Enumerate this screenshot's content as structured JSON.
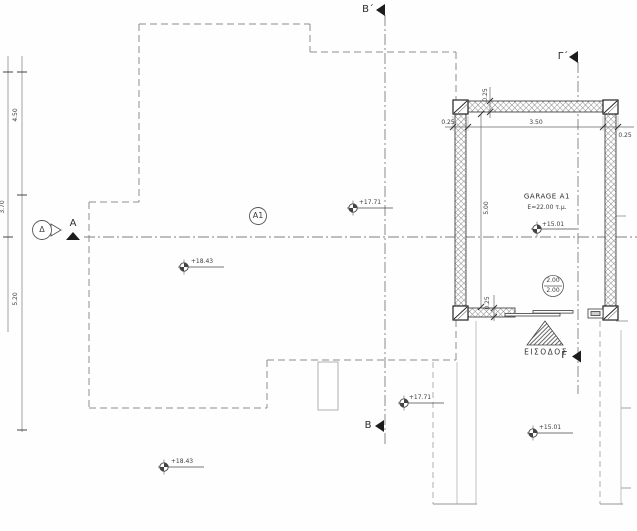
{
  "plan": {
    "sections": {
      "b_top": "B´",
      "g_top": "Γ´",
      "b_bottom": "B",
      "g_bottom": "Γ",
      "a_left": "A",
      "a_circle": "Δ",
      "a1_bubble": "A1"
    },
    "garage": {
      "title": "GARAGE A1",
      "area": "E=22.00 τ.μ.",
      "level": "+15.01",
      "door_width": "2.00",
      "door_height": "2.00"
    },
    "entrance_label": "ΕΙΣΟΔΟΣ",
    "levels": {
      "mid_upper": "+17.71",
      "left_upper": "+18.43",
      "mid_lower": "+17.71",
      "left_lower": "+18.43",
      "right_lower": "+15.01"
    },
    "dims": {
      "left_outer": "3.70",
      "left_upper": "4.50",
      "left_lower": "5.20",
      "garage_width": "3.50",
      "garage_depth": "5.00",
      "wall_left": "0.25",
      "wall_right": "0.25",
      "wall_top": "0.25",
      "door_jamb": "0.25"
    }
  }
}
